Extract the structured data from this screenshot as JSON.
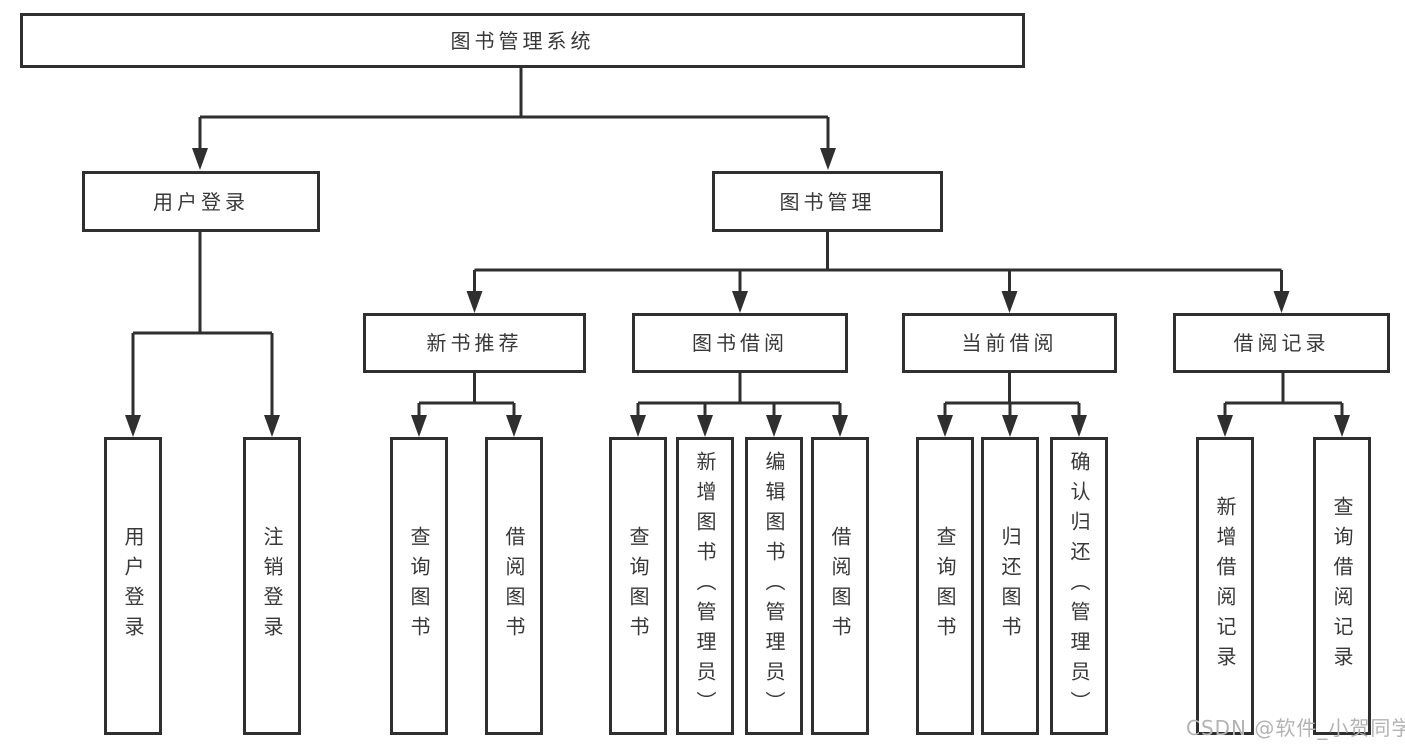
{
  "watermark": "CSDN @软件_小贺同学",
  "tree": {
    "root": {
      "label": "图书管理系统"
    },
    "branches": [
      {
        "label": "用户登录",
        "children": [
          {
            "label": "用户登录"
          },
          {
            "label": "注销登录"
          }
        ]
      },
      {
        "label": "图书管理",
        "groups": [
          {
            "label": "新书推荐",
            "children": [
              {
                "label": "查询图书"
              },
              {
                "label": "借阅图书"
              }
            ]
          },
          {
            "label": "图书借阅",
            "children": [
              {
                "label": "查询图书"
              },
              {
                "label": "新增图书（管理员）"
              },
              {
                "label": "编辑图书（管理员）"
              },
              {
                "label": "借阅图书"
              }
            ]
          },
          {
            "label": "当前借阅",
            "children": [
              {
                "label": "查询图书"
              },
              {
                "label": "归还图书"
              },
              {
                "label": "确认归还（管理员）"
              }
            ]
          },
          {
            "label": "借阅记录",
            "children": [
              {
                "label": "新增借阅记录"
              },
              {
                "label": "查询借阅记录"
              }
            ]
          }
        ]
      }
    ]
  }
}
